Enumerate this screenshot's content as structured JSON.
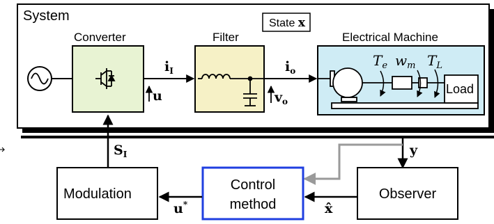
{
  "system": {
    "title": "System",
    "state_label": "State",
    "state_symbol": "x"
  },
  "blocks": {
    "converter": "Converter",
    "filter": "Filter",
    "machine": "Electrical Machine",
    "load": "Load",
    "modulation": "Modulation",
    "control_line1": "Control",
    "control_line2": "method",
    "observer": "Observer"
  },
  "signals": {
    "i_main": "i",
    "i_sub": "I",
    "u": "u",
    "io_main": "i",
    "io_sub": "o",
    "vo_main": "v",
    "vo_sub": "o",
    "te_main": "T",
    "te_sub": "e",
    "wm_main": "w",
    "wm_sub": "m",
    "tl_main": "T",
    "tl_sub": "L",
    "y": "y",
    "si_main": "S",
    "si_sub": "I",
    "u_star_main": "u",
    "u_star_sup": "*",
    "xhat": "x̂"
  },
  "colors": {
    "converter_fill": "#e8f3d3",
    "filter_fill": "#f6f1c6",
    "machine_fill": "#cfecf5",
    "control_border": "#1f3fe0",
    "feedback_gray": "#9a9a9a"
  }
}
